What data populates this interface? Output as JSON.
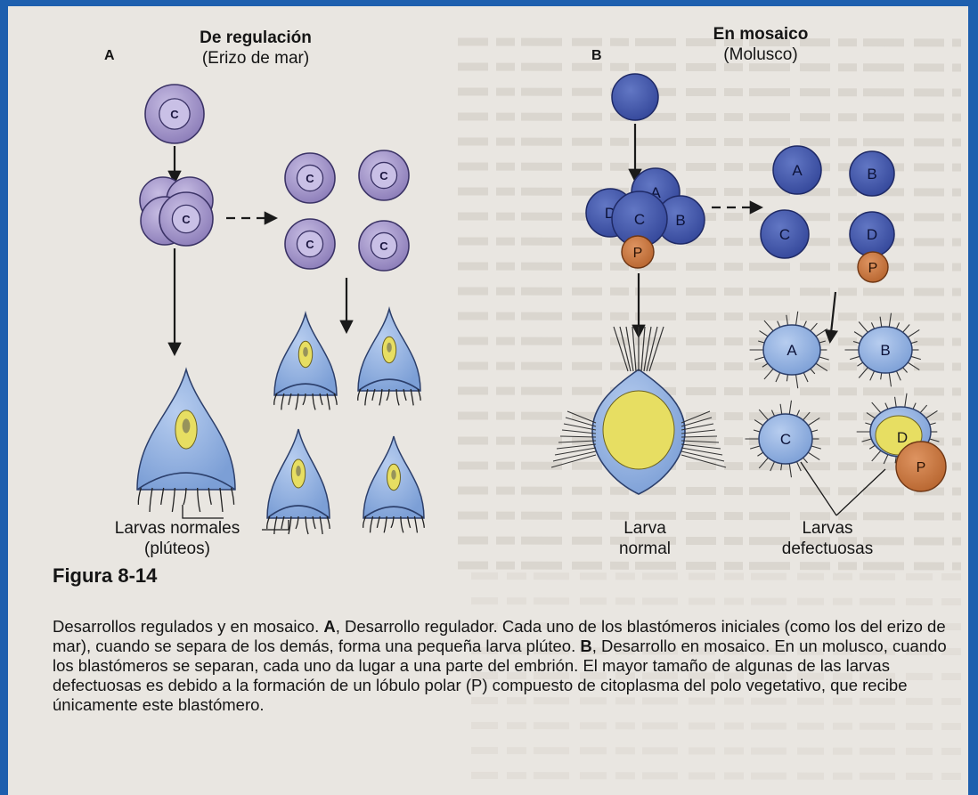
{
  "panel_a": {
    "letter": "A",
    "title_bold": "De regulación",
    "title_sub": "(Erizo de mar)",
    "cell_letter": "C",
    "result_label_1": "Larvas normales",
    "result_label_2": "(plúteos)"
  },
  "panel_b": {
    "letter": "B",
    "title_bold": "En mosaico",
    "title_sub": "(Molusco)",
    "blastomeres": [
      "A",
      "B",
      "C",
      "D",
      "P"
    ],
    "normal_label_1": "Larva",
    "normal_label_2": "normal",
    "defect_label_1": "Larvas",
    "defect_label_2": "defectuosas"
  },
  "figure": {
    "title": "Figura 8-14",
    "caption_parts": [
      {
        "text": "Desarrollos regulados y en mosaico. ",
        "bold": false
      },
      {
        "text": "A",
        "bold": true
      },
      {
        "text": ", Desarrollo regulador. Cada uno de los blastómeros iniciales (como los del erizo de mar), cuando se separa de los demás, forma una pequeña larva plúteo. ",
        "bold": false
      },
      {
        "text": "B",
        "bold": true
      },
      {
        "text": ", Desarrollo en mosaico. En un molusco, cuando los blastómeros se separan, cada uno da lugar a una parte del embrión. El mayor tamaño de algunas de las larvas defectuosas es debido a la formación de un lóbulo polar (P) compuesto de citoplasma del polo vegetativo, que recibe únicamente este blastómero.",
        "bold": false
      }
    ]
  },
  "colors": {
    "page": "#e9e6e1",
    "frame": "#1e5fae",
    "sea_urchin_cell": "#9b8dc4",
    "mollusc_cell": "#3f55a8",
    "larva_body": "#8fb0de",
    "yolk": "#e7de62",
    "polar_lobe": "#c4733d"
  }
}
